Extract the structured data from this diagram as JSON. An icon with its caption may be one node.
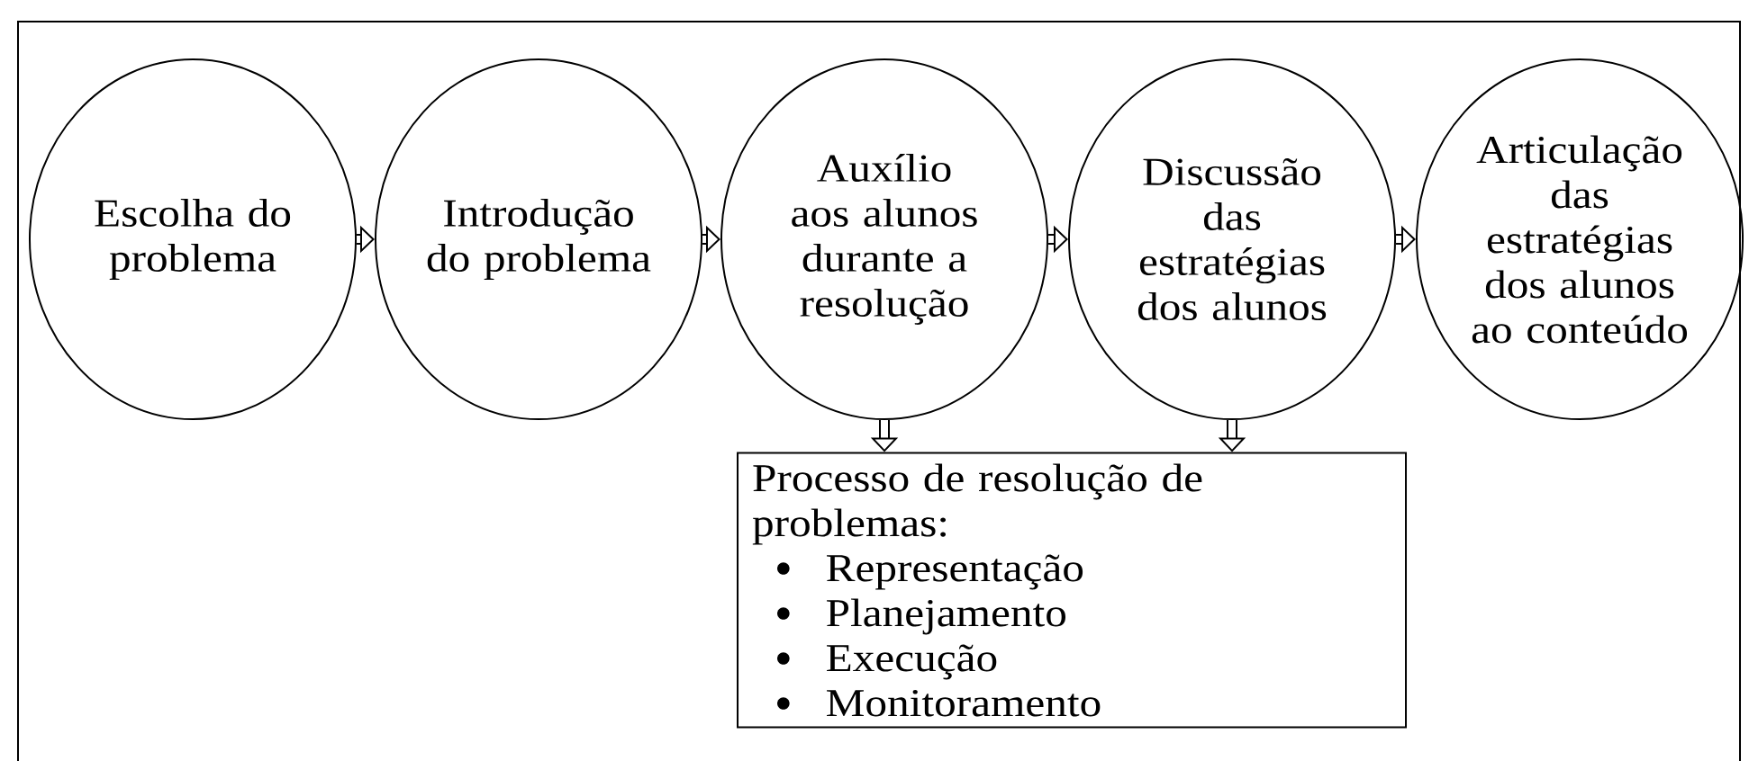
{
  "diagram": {
    "nodes": [
      {
        "text": [
          "Escolha do problema"
        ]
      },
      {
        "text": [
          "Introdução do problema"
        ]
      },
      {
        "text": [
          "Auxílio aos alunos durante a resolução"
        ]
      },
      {
        "text": [
          "Discussão das estratégias dos alunos"
        ]
      },
      {
        "text": [
          "Articulação das estratégias dos alunos ao conteúdo"
        ]
      },
      {
        "text": [
          "Processo de resolução de problemas:",
          "Representação",
          "Planejamento",
          "Execução",
          "Monitoramento"
        ]
      }
    ],
    "edges": [
      {
        "from": 0,
        "to": 1,
        "arrow": "to"
      },
      {
        "from": 1,
        "to": 2,
        "arrow": "to"
      },
      {
        "from": 2,
        "to": 3,
        "arrow": "to"
      },
      {
        "from": 3,
        "to": 4,
        "arrow": "to"
      },
      {
        "from": 2,
        "to": 5,
        "arrow": "to"
      },
      {
        "from": 3,
        "to": 5,
        "arrow": "to"
      }
    ]
  }
}
